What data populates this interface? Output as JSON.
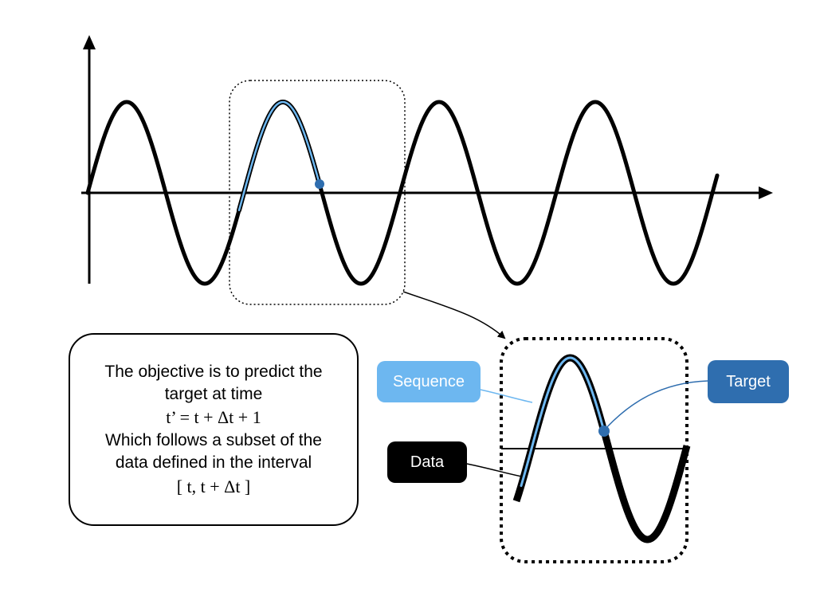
{
  "description": {
    "line1": "The objective is to predict the",
    "line2": "target at time",
    "line3": "t’ = t + Δt + 1",
    "line4": "Which follows a subset of the",
    "line5": "data defined in the interval",
    "line6": "[ t, t + Δt ]"
  },
  "labels": {
    "sequence": "Sequence",
    "target": "Target",
    "data": "Data"
  },
  "colors": {
    "sequence": "#6db7f0",
    "target": "#2f6eaf",
    "data": "#000000",
    "wave": "#000000"
  }
}
